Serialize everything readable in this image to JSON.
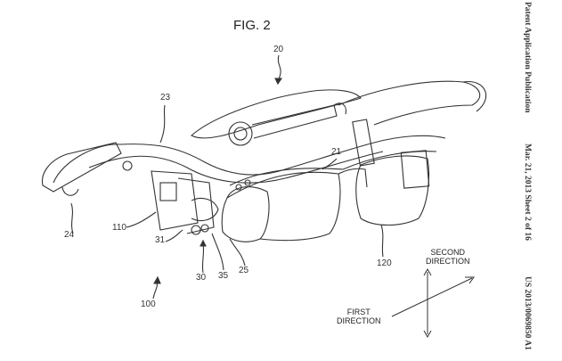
{
  "figure_title": "FIG. 2",
  "header": {
    "publication": "Patent Application Publication",
    "date_sheet": "Mar. 21, 2013 Sheet 2 of 16",
    "number": "US 2013/0069850 A1"
  },
  "reference_numerals": {
    "r20": "20",
    "r21": "21",
    "r23": "23",
    "r24": "24",
    "r25": "25",
    "r30": "30",
    "r31": "31",
    "r35": "35",
    "r100": "100",
    "r110": "110",
    "r120": "120"
  },
  "directions": {
    "second_line1": "SECOND",
    "second_line2": "DIRECTION",
    "first_line1": "FIRST",
    "first_line2": "DIRECTION"
  }
}
